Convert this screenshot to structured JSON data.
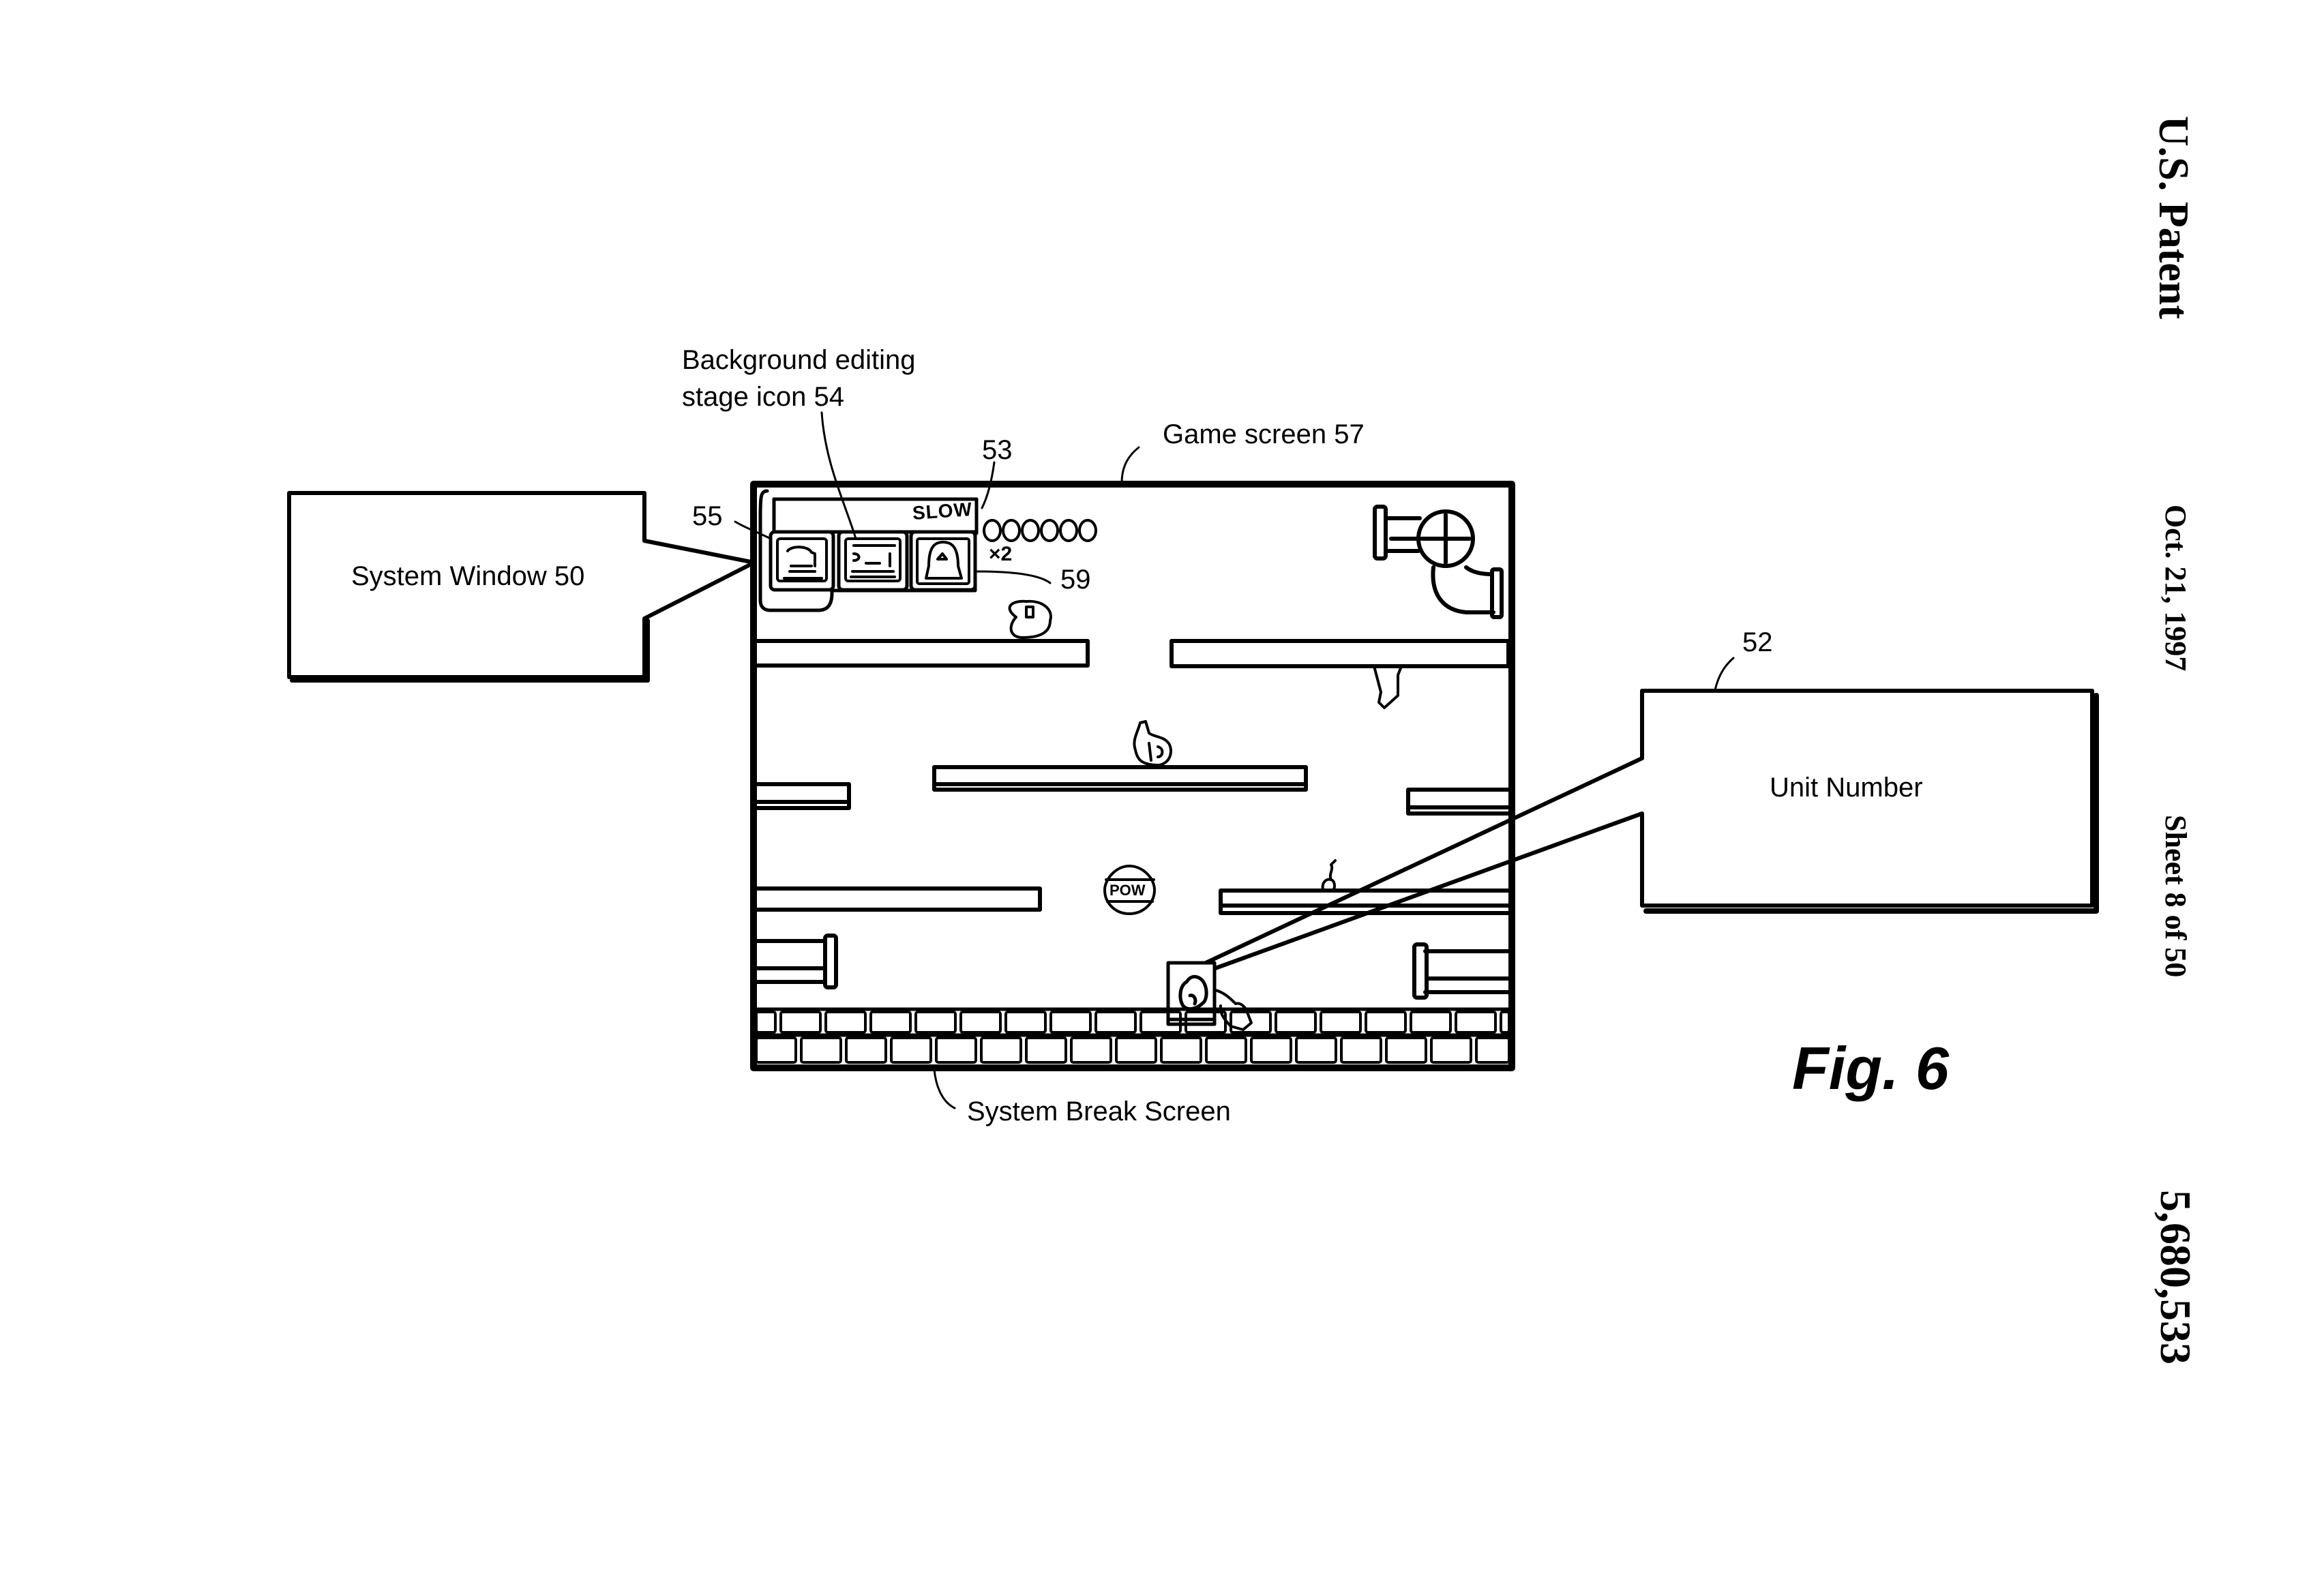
{
  "header": {
    "patent_label": "U.S. Patent",
    "date": "Oct. 21, 1997",
    "sheet": "Sheet 8 of 50",
    "patent_number": "5,680,533"
  },
  "figure": {
    "label": "Fig. 6"
  },
  "callouts": {
    "system_window": "System Window 50",
    "unit_number": "Unit Number",
    "background_editing_line1": "Background editing",
    "background_editing_line2": "stage icon 54",
    "game_screen": "Game screen 57",
    "system_break_screen": "System Break Screen"
  },
  "reference_numerals": {
    "r53": "53",
    "r55": "55",
    "r59": "59",
    "r52": "52"
  },
  "game_hud": {
    "mode_text": "SLOW",
    "score_digits": [
      "0",
      "0",
      "0",
      "0",
      "0",
      "0"
    ],
    "lives_text": "×2",
    "pow_text": "POW"
  },
  "system_window_icons": [
    {
      "name": "edit-unit-icon"
    },
    {
      "name": "background-editing-stage-icon"
    },
    {
      "name": "sound-bell-icon"
    }
  ]
}
